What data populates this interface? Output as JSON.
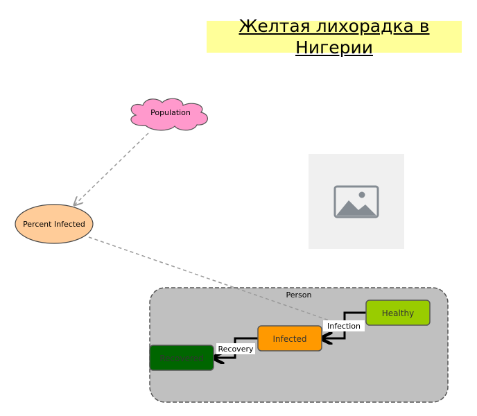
{
  "title": "Желтая лихорадка в Нигерии",
  "nodes": {
    "population": {
      "label": "Population",
      "shape": "cloud",
      "fill": "#ff99cc"
    },
    "percent_infected": {
      "label": "Percent Infected",
      "shape": "ellipse",
      "fill": "#ffcc99"
    },
    "image_placeholder": {
      "icon": "image-icon",
      "fill": "#f0f0f0"
    },
    "agent_group": {
      "label": "Person",
      "fill": "#c0c0c0"
    },
    "healthy": {
      "label": "Healthy",
      "fill": "#99cc00"
    },
    "infected": {
      "label": "Infected",
      "fill": "#ff9900"
    },
    "recovered": {
      "label": "Recovered",
      "fill": "#006600"
    }
  },
  "edges": {
    "infection": {
      "label": "Infection"
    },
    "recovery": {
      "label": "Recovery"
    }
  }
}
